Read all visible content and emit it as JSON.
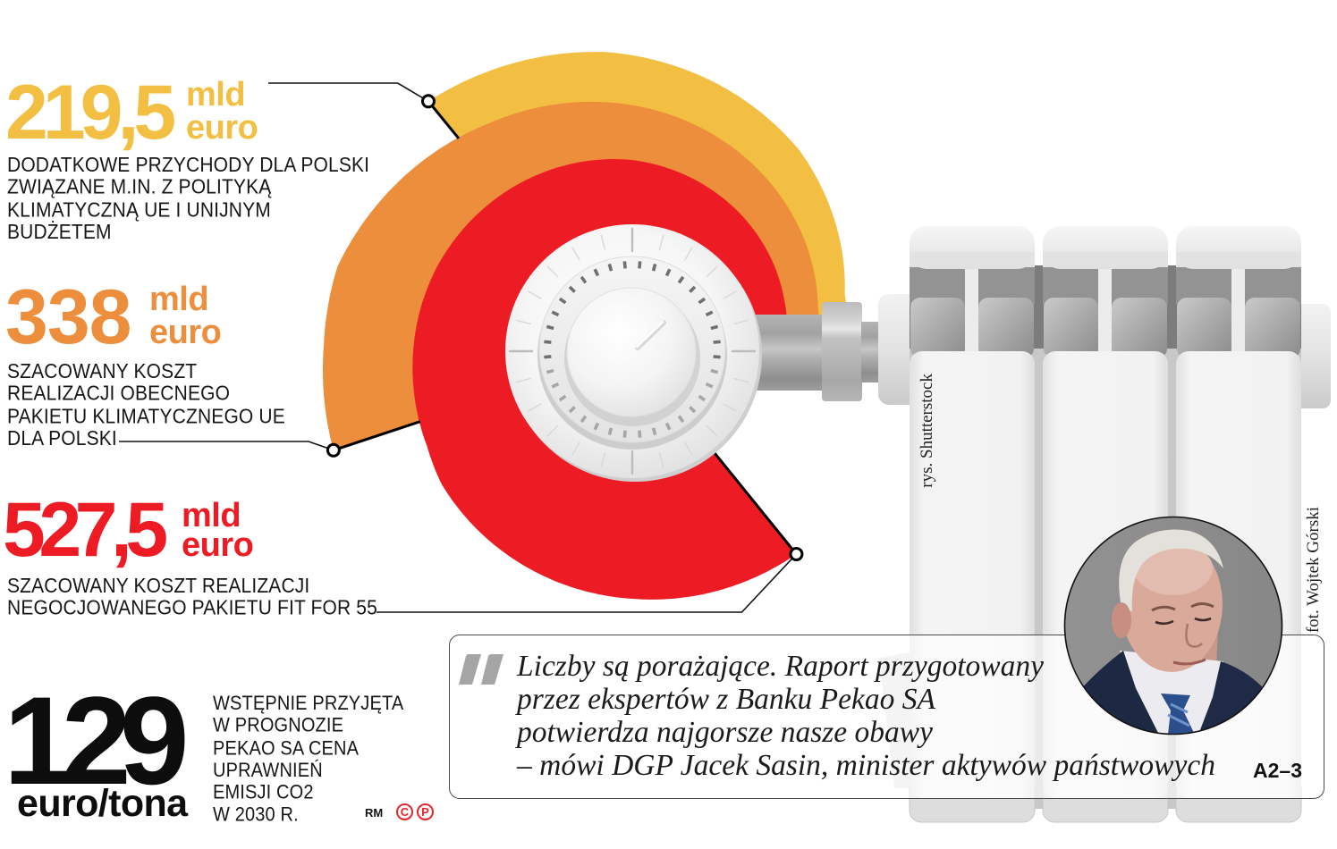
{
  "chart_data": {
    "type": "bar",
    "form": "radial",
    "title": "",
    "unit": "mld euro",
    "categories": [
      "Dodatkowe przychody dla Polski związane m.in. z polityką klimatyczną UE i unijnym budżetem",
      "Szacowany koszt realizacji obecnego pakietu klimatycznego UE dla Polski",
      "Szacowany koszt realizacji negocjowanego pakietu Fit for 55"
    ],
    "values": [
      219.5,
      338,
      527.5
    ],
    "colors": [
      "#f3bf42",
      "#ec8e3c",
      "#ed1c24"
    ],
    "legend": "none",
    "grid": false
  },
  "stats": [
    {
      "value": "219,5",
      "unit_top": "mld",
      "unit_bottom": "euro",
      "color": "#f3bf42",
      "description": [
        "DODATKOWE PRZYCHODY DLA POLSKI",
        "ZWIĄZANE M.IN. Z POLITYKĄ",
        "KLIMATYCZNĄ UE I UNIJNYM",
        "BUDŻETEM"
      ]
    },
    {
      "value": "338",
      "unit_top": "mld",
      "unit_bottom": "euro",
      "color": "#ec8e3c",
      "description": [
        "SZACOWANY KOSZT",
        "REALIZACJI OBECNEGO",
        "PAKIETU KLIMATYCZNEGO UE",
        "DLA POLSKI"
      ]
    },
    {
      "value": "527,5",
      "unit_top": "mld",
      "unit_bottom": "euro",
      "color": "#ed1c24",
      "description": [
        "SZACOWANY KOSZT REALIZACJI",
        "NEGOCJOWANEGO PAKIETU FIT FOR 55"
      ]
    }
  ],
  "price": {
    "value": "129",
    "unit": "euro/tona",
    "description": [
      "WSTĘPNIE PRZYJĘTA",
      "W PROGNOZIE",
      "PEKAO SA CENA",
      "UPRAWNIEŃ",
      "EMISJI CO2",
      "W 2030 R."
    ]
  },
  "quote": {
    "lines": [
      "Liczby są porażające. Raport przygotowany",
      "przez ekspertów z Banku Pekao SA",
      "potwierdza najgorsze nasze obawy",
      "– mówi DGP Jacek Sasin, minister aktywów państwowych"
    ],
    "page_ref": "A2–3",
    "mark_color": "#a5a5a5"
  },
  "credits": {
    "illustration": "rys. Shutterstock",
    "photo": "fot. Wojtek Górski",
    "author": "RM",
    "badges": [
      "C",
      "P"
    ],
    "badge_color": "#e8232a"
  },
  "icons": {
    "quote": "quote-mark-icon",
    "copyright": "copyright-icon",
    "phonogram": "sound-recording-copyright-icon",
    "thermostat": "thermostat-dial-icon",
    "radiator": "radiator-icon"
  }
}
